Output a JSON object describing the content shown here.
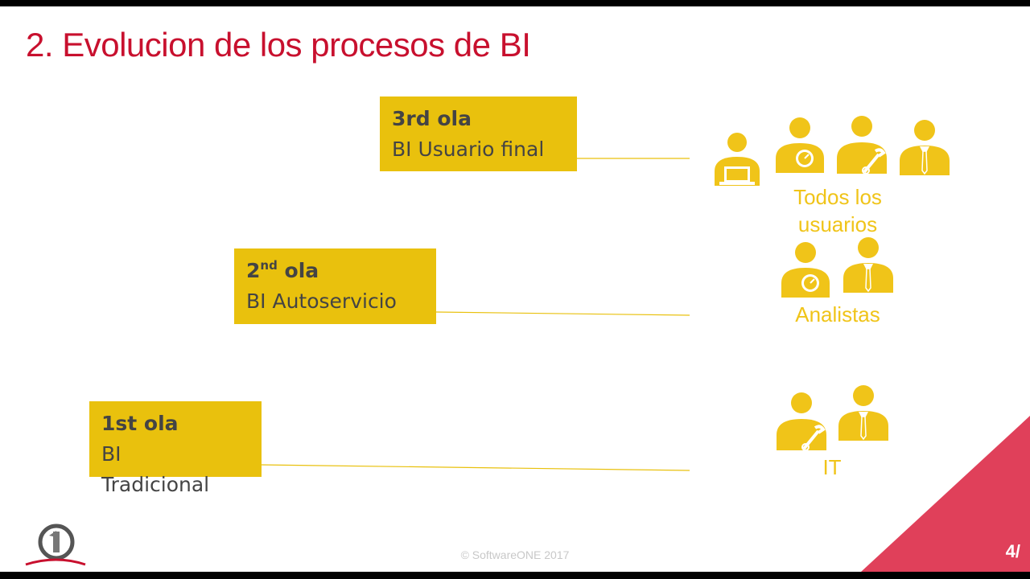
{
  "slide": {
    "title": "2. Evolucion de los procesos de BI",
    "footer": "© SoftwareONE 2017",
    "page_number": "4/"
  },
  "waves": [
    {
      "number": "3rd ola",
      "name": "BI Usuario final"
    },
    {
      "number": "2",
      "suffix": "nd",
      "word": " ola",
      "name": "BI Autoservicio"
    },
    {
      "number": "1st ola",
      "name_line1": "BI",
      "name_line2": "Tradicional"
    }
  ],
  "groups": {
    "todos": {
      "line1": "Todos los",
      "line2": "usuarios"
    },
    "analistas": {
      "label": "Analistas"
    },
    "it": {
      "label": "IT"
    }
  },
  "colors": {
    "title": "#c8102e",
    "wave_box": "#e9c10d",
    "icon": "#f0c419",
    "corner": "#e0405a"
  },
  "icons": [
    "user-laptop-icon",
    "user-gauge-icon",
    "user-tools-icon",
    "user-tie-icon"
  ]
}
